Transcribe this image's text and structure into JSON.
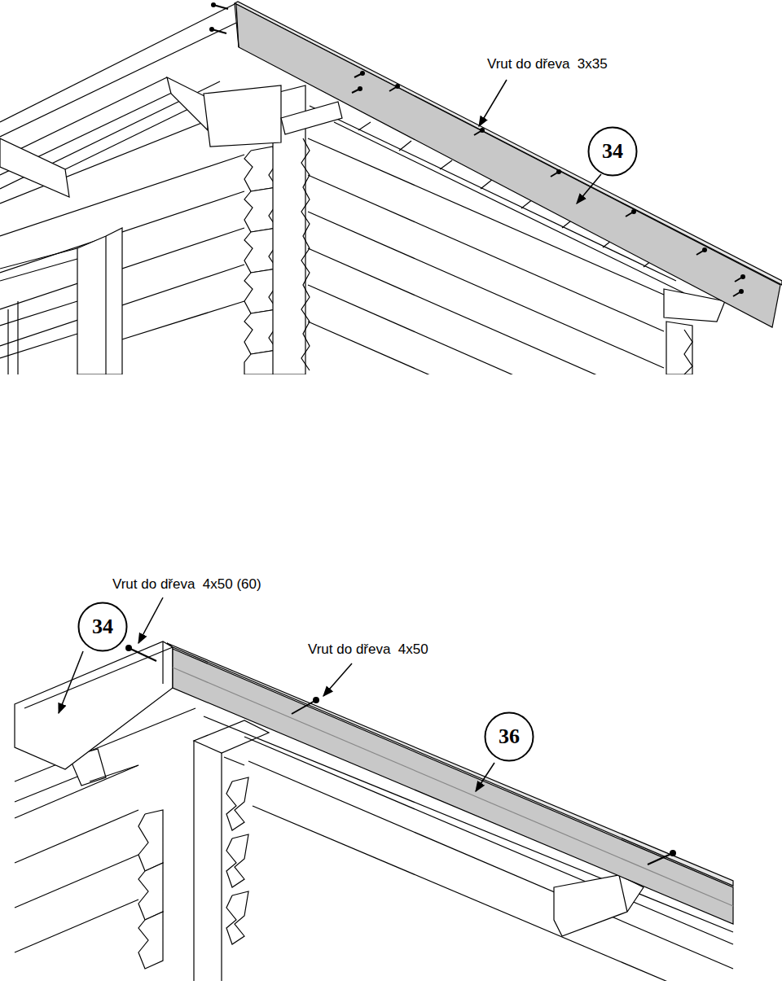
{
  "diagram": {
    "nodes": [
      {
        "text": [
          "34"
        ]
      },
      {
        "text": [
          "34"
        ]
      },
      {
        "text": [
          "36"
        ]
      }
    ],
    "labels": [
      "Vrut do dřeva  3x35",
      "Vrut do dřeva  4x50 (60)",
      "Vrut do dřeva  4x50"
    ]
  }
}
